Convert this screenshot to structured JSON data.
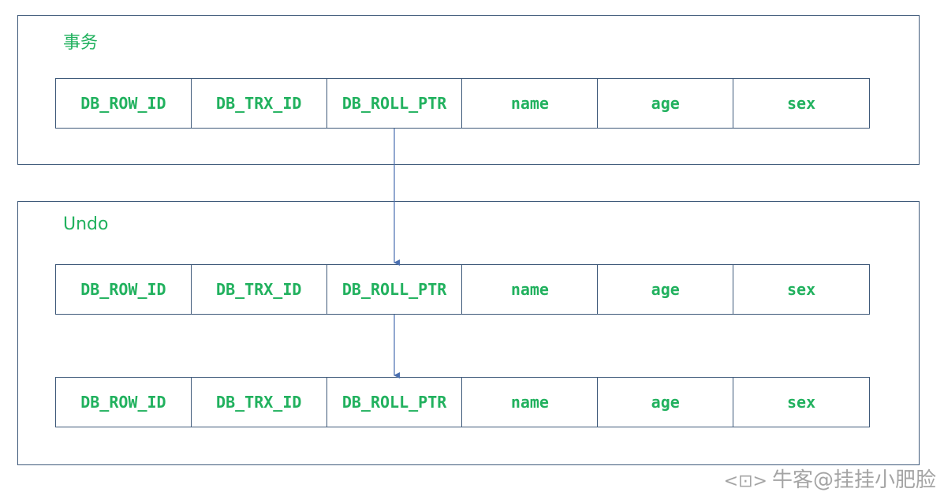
{
  "transaction_box": {
    "title": "事务"
  },
  "undo_box": {
    "title": "Undo"
  },
  "columns": [
    "DB_ROW_ID",
    "DB_TRX_ID",
    "DB_ROLL_PTR",
    "name",
    "age",
    "sex"
  ],
  "watermark": {
    "icon": "nowcoder-logo-icon",
    "text": "牛客@挂挂小肥脸"
  },
  "colors": {
    "text": "#21b15e",
    "border": "#3f5a7a",
    "arrow": "#4a6fb0"
  }
}
